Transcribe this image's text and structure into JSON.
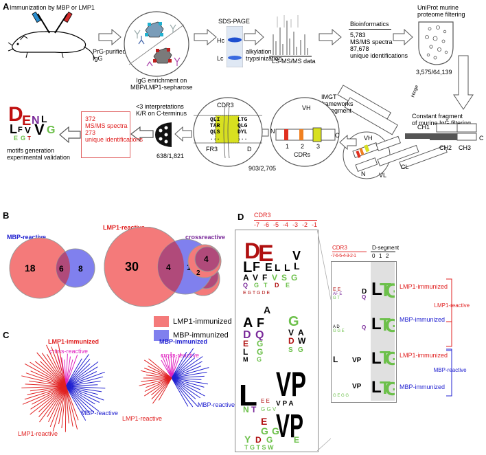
{
  "panel_letters": {
    "a": "A",
    "b": "B",
    "c": "C",
    "d": "D"
  },
  "panel_a": {
    "immunization_label": "Immunization by MBP or LMP1",
    "prg_label": "PrG-purified\nIgG",
    "enrichment_label": "IgG enrichment on\nMBP/LMP1-sepharose",
    "sds_page_label": "SDS-PAGE",
    "hc_label": "Hc",
    "lc_label": "Lc",
    "alkylation_label": "alkylation\ntrypsinization",
    "lcms_label": "LS-MS/MS data",
    "bioinformatics_label": "Bioinformatics",
    "bioinformatics_stats": "5,783\nMS/MS spectra\n87,678\nunique identifications",
    "uniprot_label": "UniProt murine\nproteome filtering",
    "uniprot_count": "3,575/64,139",
    "constant_label": "Constant fragment\nof murine IgG filtering",
    "imgt_label": "IMGT\nframeworks\nD-segment",
    "hinge_label": "Hinge",
    "ch1_label": "CH1",
    "ch2_label": "CH2",
    "ch3_label": "CH3",
    "c_label": "C",
    "vh_label": "VH",
    "vl_label": "VL",
    "cl_label": "CL",
    "n_label": "N",
    "vh_circle_label": "VH",
    "cdr_numbers": [
      "1",
      "2",
      "3"
    ],
    "cdrs_label": "CDRs",
    "vh_n": "N",
    "vh_c": "C",
    "cdr3_label": "CDR3",
    "cdr3_rows_left": [
      "QLI",
      "TAR",
      "QLS",
      "..."
    ],
    "cdr3_rows_right": [
      "LTG",
      "QLG",
      "DYL",
      "..."
    ],
    "fr3_label": "FR3",
    "d_label": "D",
    "count_903": "903/2,705",
    "interpretations_label": "<3 interpretations\nK/R on C-terminus",
    "count_638": "638/1,821",
    "result_stats": "372\nMS/MS spectra\n273\nunique identifications",
    "motif_label": "motifs generation\nexperimental validation"
  },
  "panel_b": {
    "groups": [
      {
        "title": "MBP-reactive",
        "title_color": "#2020d0",
        "lmp1_only": "18",
        "overlap": "6",
        "mbp_only": "8"
      },
      {
        "title": "LMP1-reactive",
        "title_color": "#e02020",
        "lmp1_only": "30",
        "overlap": "4",
        "mbp_only": "12"
      },
      {
        "title": "crossreactive",
        "title_color": "#7a2a9a",
        "lmp1_only": "2",
        "overlap": "4",
        "mbp_only": ""
      }
    ],
    "legend": [
      {
        "label": "LMP1-immunized",
        "color": "#f47a7a"
      },
      {
        "label": "MBP-immunized",
        "color": "#8080ee"
      }
    ]
  },
  "panel_c": {
    "trees": [
      {
        "title": "LMP1-immunized",
        "title_color": "#e02020",
        "cross": "cross-reactive",
        "mbp": "MBP-reactive",
        "lmp1": "LMP1-reactive"
      },
      {
        "title": "MBP-immunized",
        "title_color": "#2020d0",
        "cross": "cross-reactive",
        "mbp": "MBP-reactive",
        "lmp1": "LMP1-reactive"
      }
    ]
  },
  "panel_d": {
    "cdr3_title": "CDR3",
    "positions_left": [
      "-7",
      "-6",
      "-5",
      "-4",
      "-3",
      "-2",
      "-1"
    ],
    "small_cdr3": "CDR3",
    "small_positions": "-7-6-5-4-3-2-1",
    "d_segment": "D-segment",
    "d_positions": [
      "0",
      "1",
      "2"
    ],
    "row_labels": [
      {
        "label": "LMP1-immunized",
        "color": "#e02020"
      },
      {
        "label": "MBP-immunized",
        "color": "#2020d0"
      },
      {
        "label": "LMP1-immunized",
        "color": "#e02020"
      },
      {
        "label": "MBP-immunized",
        "color": "#2020d0"
      }
    ],
    "group_labels": [
      {
        "label": "LMP1-reactive",
        "color": "#e02020"
      },
      {
        "label": "MBP-reactive",
        "color": "#2020d0"
      }
    ]
  },
  "colors": {
    "red": "#e02020",
    "blue": "#2020d0",
    "purple": "#7a2a9a",
    "magenta": "#e020c0",
    "venn_red": "#f47a7a",
    "venn_blue": "#8080ee",
    "venn_overlap": "#b04a7a",
    "cdr_yellow": "#d8e020",
    "green_logo": "#6cc04a"
  }
}
